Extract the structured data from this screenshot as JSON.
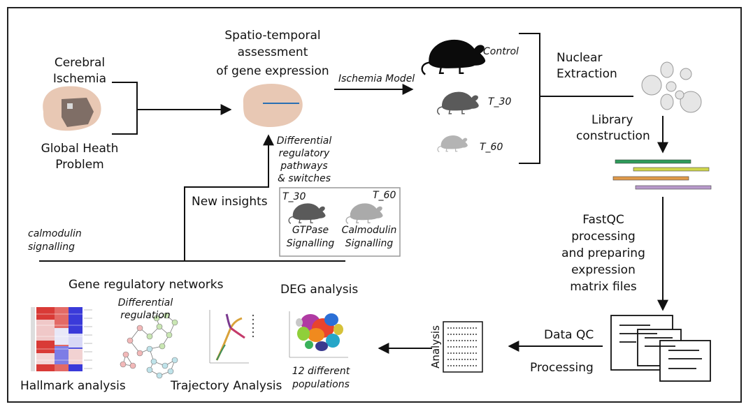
{
  "colors": {
    "brain": "#e8c8b4",
    "brain_dark": "#7f6e66",
    "mouse_control": "#0b0b0b",
    "mouse_t30": "#5a5a5a",
    "mouse_t60": "#b4b4b4",
    "nucleus": "#e6e6e6",
    "bar1": "#2e9b5a",
    "bar2": "#cfd64c",
    "bar3": "#e09a4a",
    "bar4": "#b89acb",
    "heatmap_red": "#d93a36",
    "heatmap_blue": "#3a3ad9"
  },
  "left": {
    "cerebral": "Cerebral",
    "ischemia": "Ischemia",
    "global": "Global Heath",
    "problem": "Problem"
  },
  "center": {
    "title1": "Spatio-temporal",
    "title2": "assessment",
    "title3": "of gene expression",
    "diff1": "Differential",
    "diff2": "regulatory",
    "diff3": "pathways",
    "diff4": "& switches"
  },
  "model": {
    "label": "Ischemia Model",
    "control": "Control",
    "t30": "T_30",
    "t60": "T_60"
  },
  "nuclear": {
    "l1": "Nuclear",
    "l2": "Extraction"
  },
  "library": {
    "l1": "Library",
    "l2": "construction"
  },
  "fastqc": {
    "l1": "FastQC",
    "l2": "processing",
    "l3": "and preparing",
    "l4": "expression",
    "l5": "matrix files"
  },
  "insights": {
    "label": "New insights",
    "calmod1": "calmodulin",
    "calmod2": "signalling"
  },
  "box": {
    "t30": "T_30",
    "t60": "T_60",
    "g1": "GTPase",
    "g2": "Signalling",
    "c1": "Calmodulin",
    "c2": "Signalling"
  },
  "bottom": {
    "grn": "Gene regulatory networks",
    "diffreg1": "Differential",
    "diffreg2": "regulation",
    "deg": "DEG analysis",
    "hallmark": "Hallmark analysis",
    "trajectory": "Trajectory Analysis",
    "pop1": "12 different",
    "pop2": "populations",
    "analysis": "Analysis",
    "dataqc": "Data QC",
    "processing": "Processing"
  }
}
